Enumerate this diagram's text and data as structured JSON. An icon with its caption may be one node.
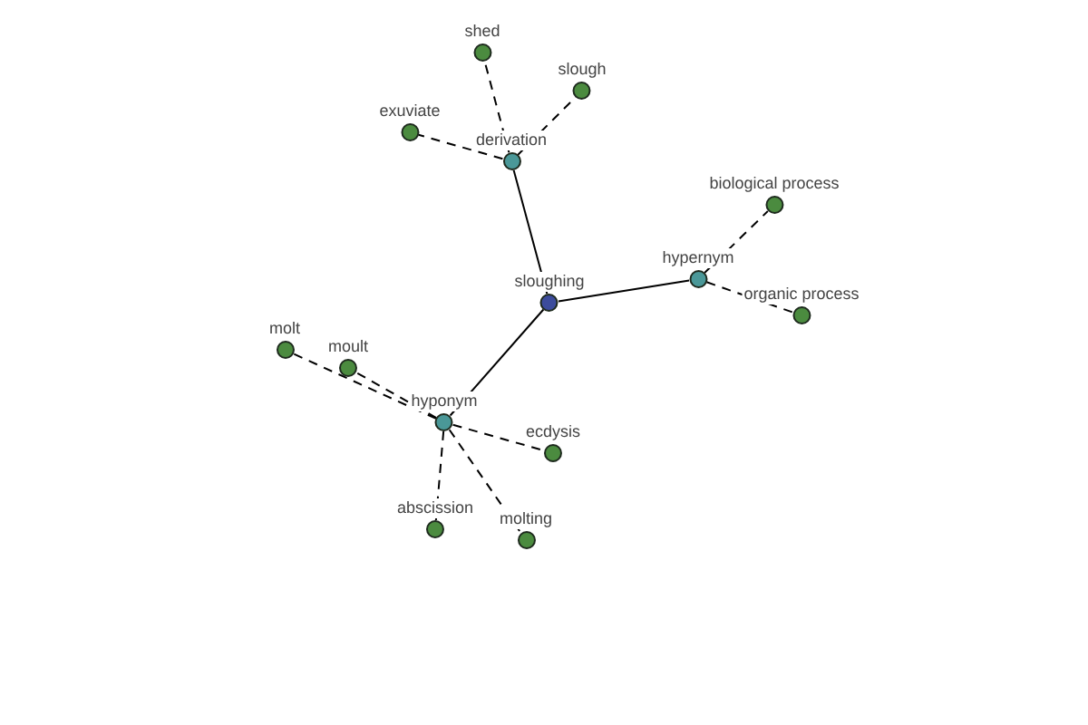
{
  "diagram": {
    "nodes": [
      {
        "text": [
          "sloughing"
        ]
      },
      {
        "text": [
          "derivation"
        ]
      },
      {
        "text": [
          "shed"
        ]
      },
      {
        "text": [
          "slough"
        ]
      },
      {
        "text": [
          "exuviate"
        ]
      },
      {
        "text": [
          "hypernym"
        ]
      },
      {
        "text": [
          "biological process"
        ]
      },
      {
        "text": [
          "organic process"
        ]
      },
      {
        "text": [
          "hyponym"
        ]
      },
      {
        "text": [
          "molt"
        ]
      },
      {
        "text": [
          "moult"
        ]
      },
      {
        "text": [
          "ecdysis"
        ]
      },
      {
        "text": [
          "abscission"
        ]
      },
      {
        "text": [
          "molting"
        ]
      }
    ],
    "edges": [
      {
        "from": 0,
        "to": 1,
        "arrow": "none"
      },
      {
        "from": 1,
        "to": 2,
        "arrow": "none",
        "style": "dashed"
      },
      {
        "from": 1,
        "to": 3,
        "arrow": "none",
        "style": "dashed"
      },
      {
        "from": 1,
        "to": 4,
        "arrow": "none",
        "style": "dashed"
      },
      {
        "from": 0,
        "to": 5,
        "arrow": "none"
      },
      {
        "from": 5,
        "to": 6,
        "arrow": "none",
        "style": "dashed"
      },
      {
        "from": 5,
        "to": 7,
        "arrow": "none",
        "style": "dashed"
      },
      {
        "from": 0,
        "to": 8,
        "arrow": "none"
      },
      {
        "from": 8,
        "to": 9,
        "arrow": "none",
        "style": "dashed"
      },
      {
        "from": 8,
        "to": 10,
        "arrow": "none",
        "style": "dashed"
      },
      {
        "from": 8,
        "to": 11,
        "arrow": "none",
        "style": "dashed"
      },
      {
        "from": 8,
        "to": 12,
        "arrow": "none",
        "style": "dashed"
      },
      {
        "from": 8,
        "to": 13,
        "arrow": "none",
        "style": "dashed"
      }
    ]
  }
}
